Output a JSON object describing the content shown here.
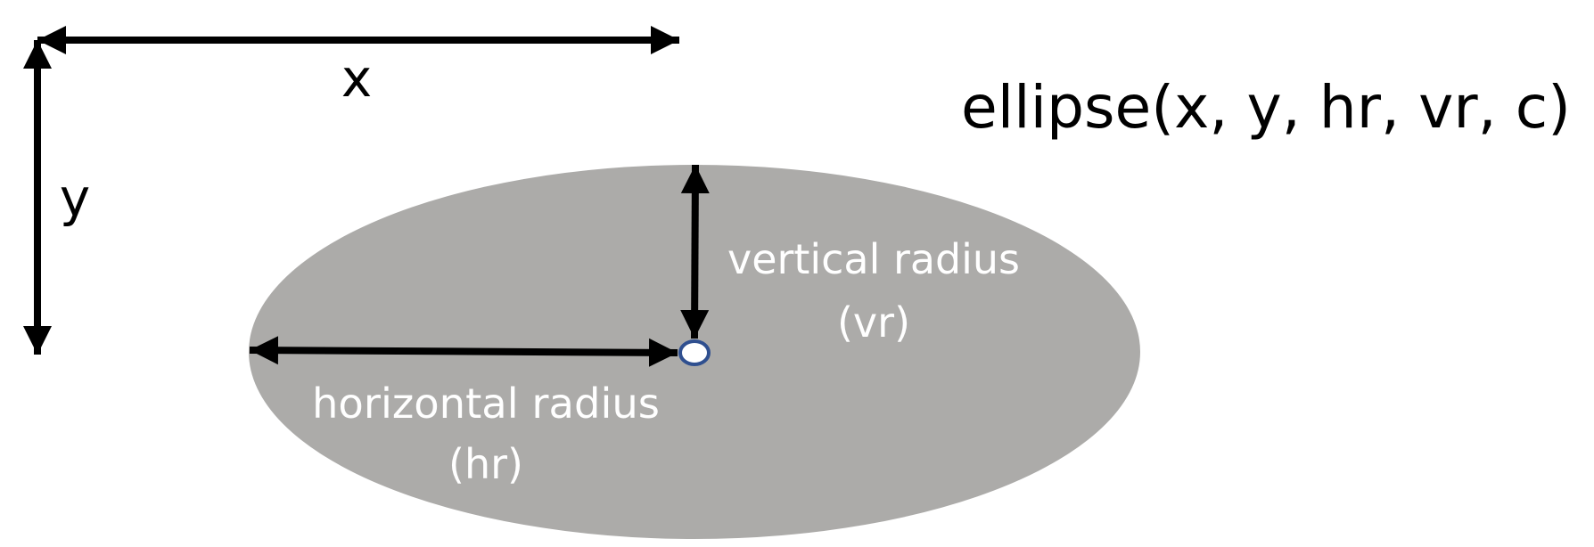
{
  "formula": "ellipse(x, y, hr, vr, c)",
  "axes": {
    "x_label": "x",
    "y_label": "y"
  },
  "ellipse": {
    "horizontal_radius_label": "horizontal radius",
    "horizontal_radius_abbrev": "(hr)",
    "vertical_radius_label": "vertical radius",
    "vertical_radius_abbrev": "(vr)"
  },
  "colors": {
    "ellipse_fill": "#acaba9",
    "arrow": "#000000",
    "center_fill": "#ffffff",
    "center_stroke": "#2f4f8f",
    "text_on_ellipse": "#ffffff",
    "text_dark": "#000000"
  }
}
